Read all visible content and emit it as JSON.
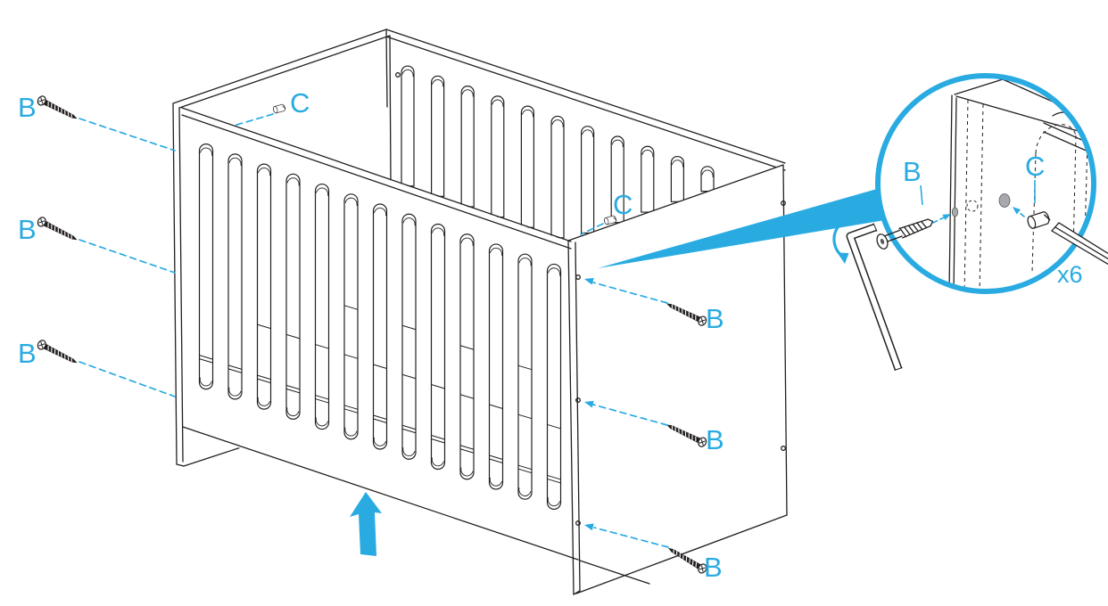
{
  "labels": {
    "left_screws": [
      "B",
      "B",
      "B"
    ],
    "right_screws": [
      "B",
      "B",
      "B"
    ],
    "cam_top": "C",
    "cam_right": "C",
    "detail_screw": "B",
    "detail_cam": "C",
    "detail_quantity": "x6"
  },
  "colors": {
    "accent": "#29abe2",
    "line": "#231f20",
    "hole_fill": "#a7a9ac"
  },
  "icons": [
    "screw-icon",
    "cam-lock-icon",
    "allen-key-icon",
    "screwdriver-icon",
    "rotate-arrow-icon",
    "up-arrow-icon",
    "detail-circle"
  ]
}
